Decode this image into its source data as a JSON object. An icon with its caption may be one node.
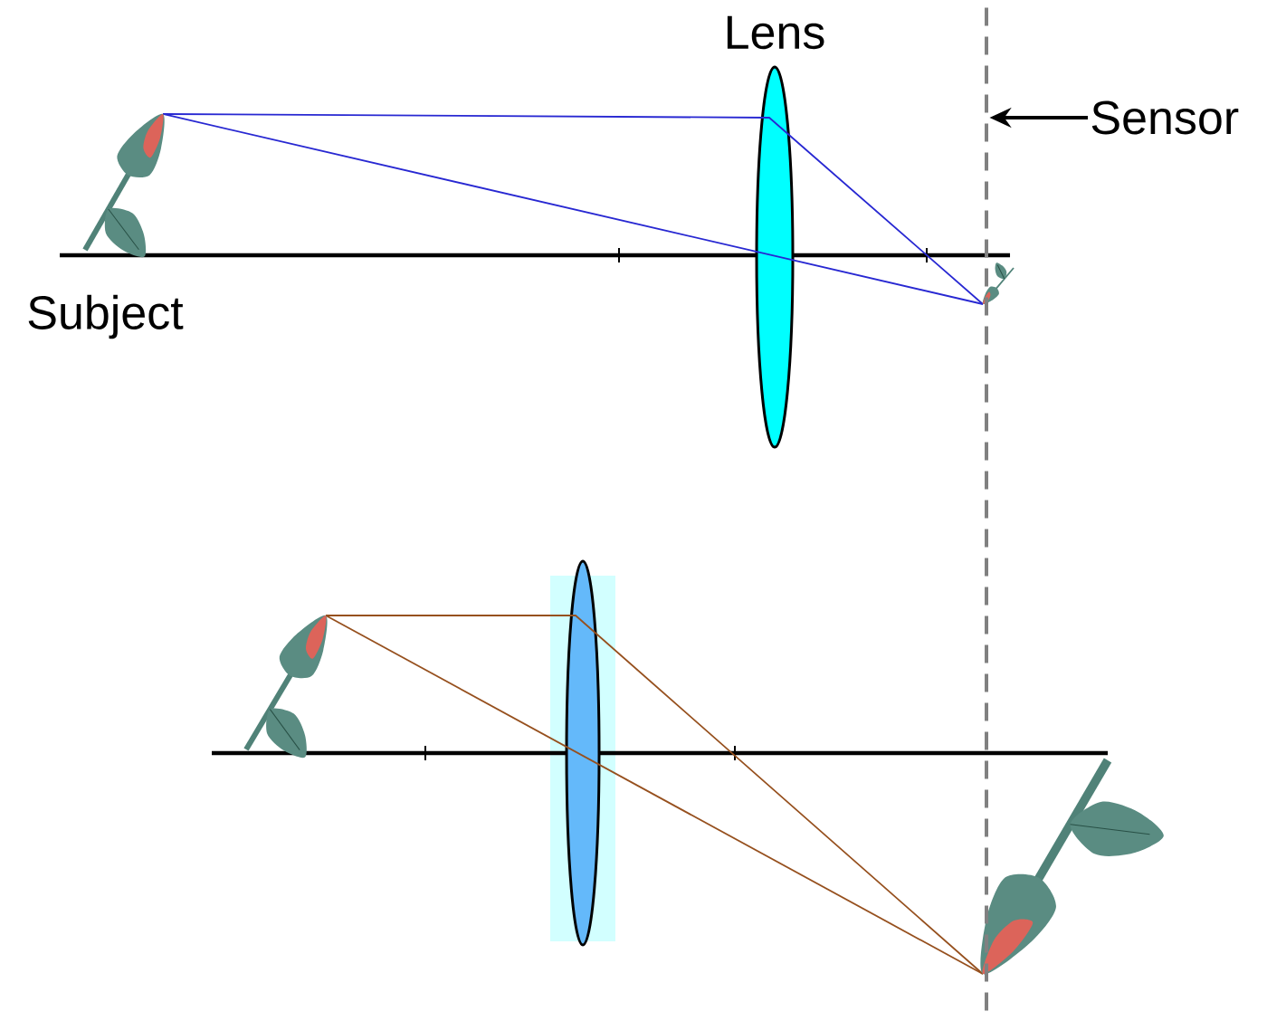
{
  "diagram": {
    "nodes": [
      {
        "text": [
          "Sensor"
        ]
      },
      {
        "text": [],
        "shape": "line"
      }
    ],
    "edges": [
      {
        "from": 0,
        "to": 1,
        "arrow": "to"
      }
    ],
    "labels": [
      "Lens",
      "Subject"
    ]
  }
}
